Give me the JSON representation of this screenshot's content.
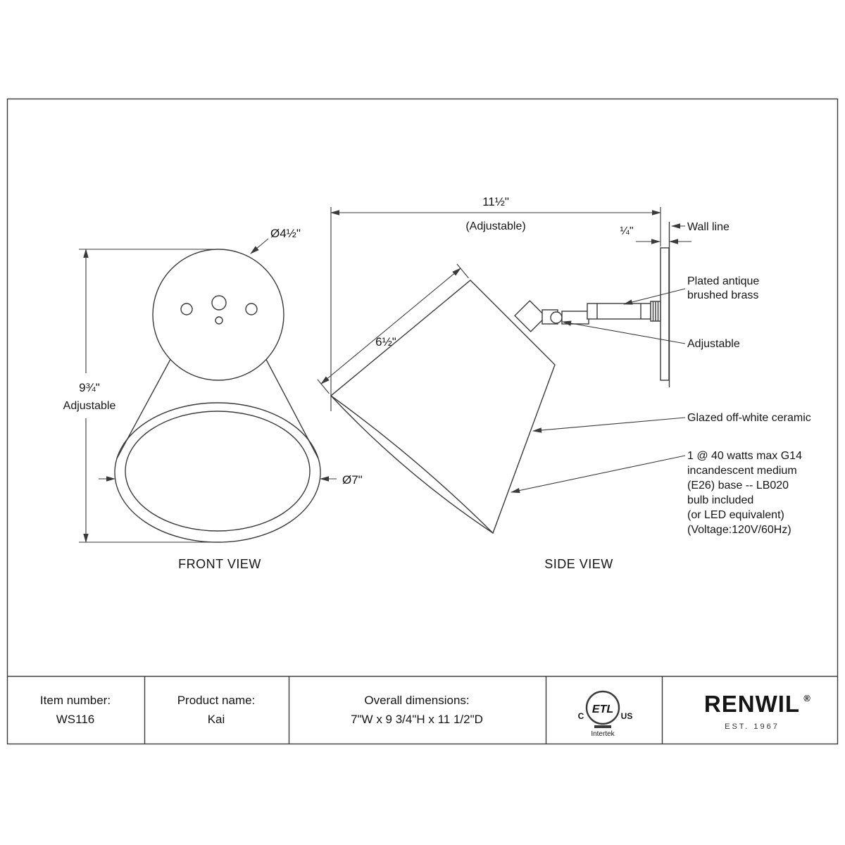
{
  "front_view": {
    "title": "FRONT VIEW",
    "dim_backplate": "Ø4½\"",
    "dim_height": "9¾\"",
    "dim_height_note": "Adjustable",
    "dim_shade": "Ø7\""
  },
  "side_view": {
    "title": "SIDE VIEW",
    "dim_depth": "11½\"",
    "dim_depth_note": "(Adjustable)",
    "dim_wall_thickness": "¼\"",
    "dim_shade_side": "6½\"",
    "annotations": {
      "wall_line": "Wall line",
      "finish_line1": "Plated antique",
      "finish_line2": "brushed brass",
      "adjustable": "Adjustable",
      "ceramic": "Glazed off-white ceramic",
      "bulb_line1": "1 @ 40 watts max G14",
      "bulb_line2": "incandescent medium",
      "bulb_line3": "(E26) base -- LB020",
      "bulb_line4": "bulb included",
      "bulb_line5": "(or LED equivalent)",
      "bulb_line6": "(Voltage:120V/60Hz)"
    }
  },
  "footer": {
    "item_label": "Item number:",
    "item_value": "WS116",
    "product_label": "Product name:",
    "product_value": "Kai",
    "dims_label": "Overall dimensions:",
    "dims_value": "7\"W x 9 3/4\"H x 11 1/2\"D",
    "etl": {
      "etl_text": "ETL",
      "c": "C",
      "us": "US",
      "intertek": "Intertek"
    },
    "brand": "RENWIL",
    "brand_reg": "®",
    "brand_est": "EST. 1967"
  },
  "colors": {
    "line": "#3a3a3a",
    "text": "#151515",
    "background": "#ffffff"
  }
}
